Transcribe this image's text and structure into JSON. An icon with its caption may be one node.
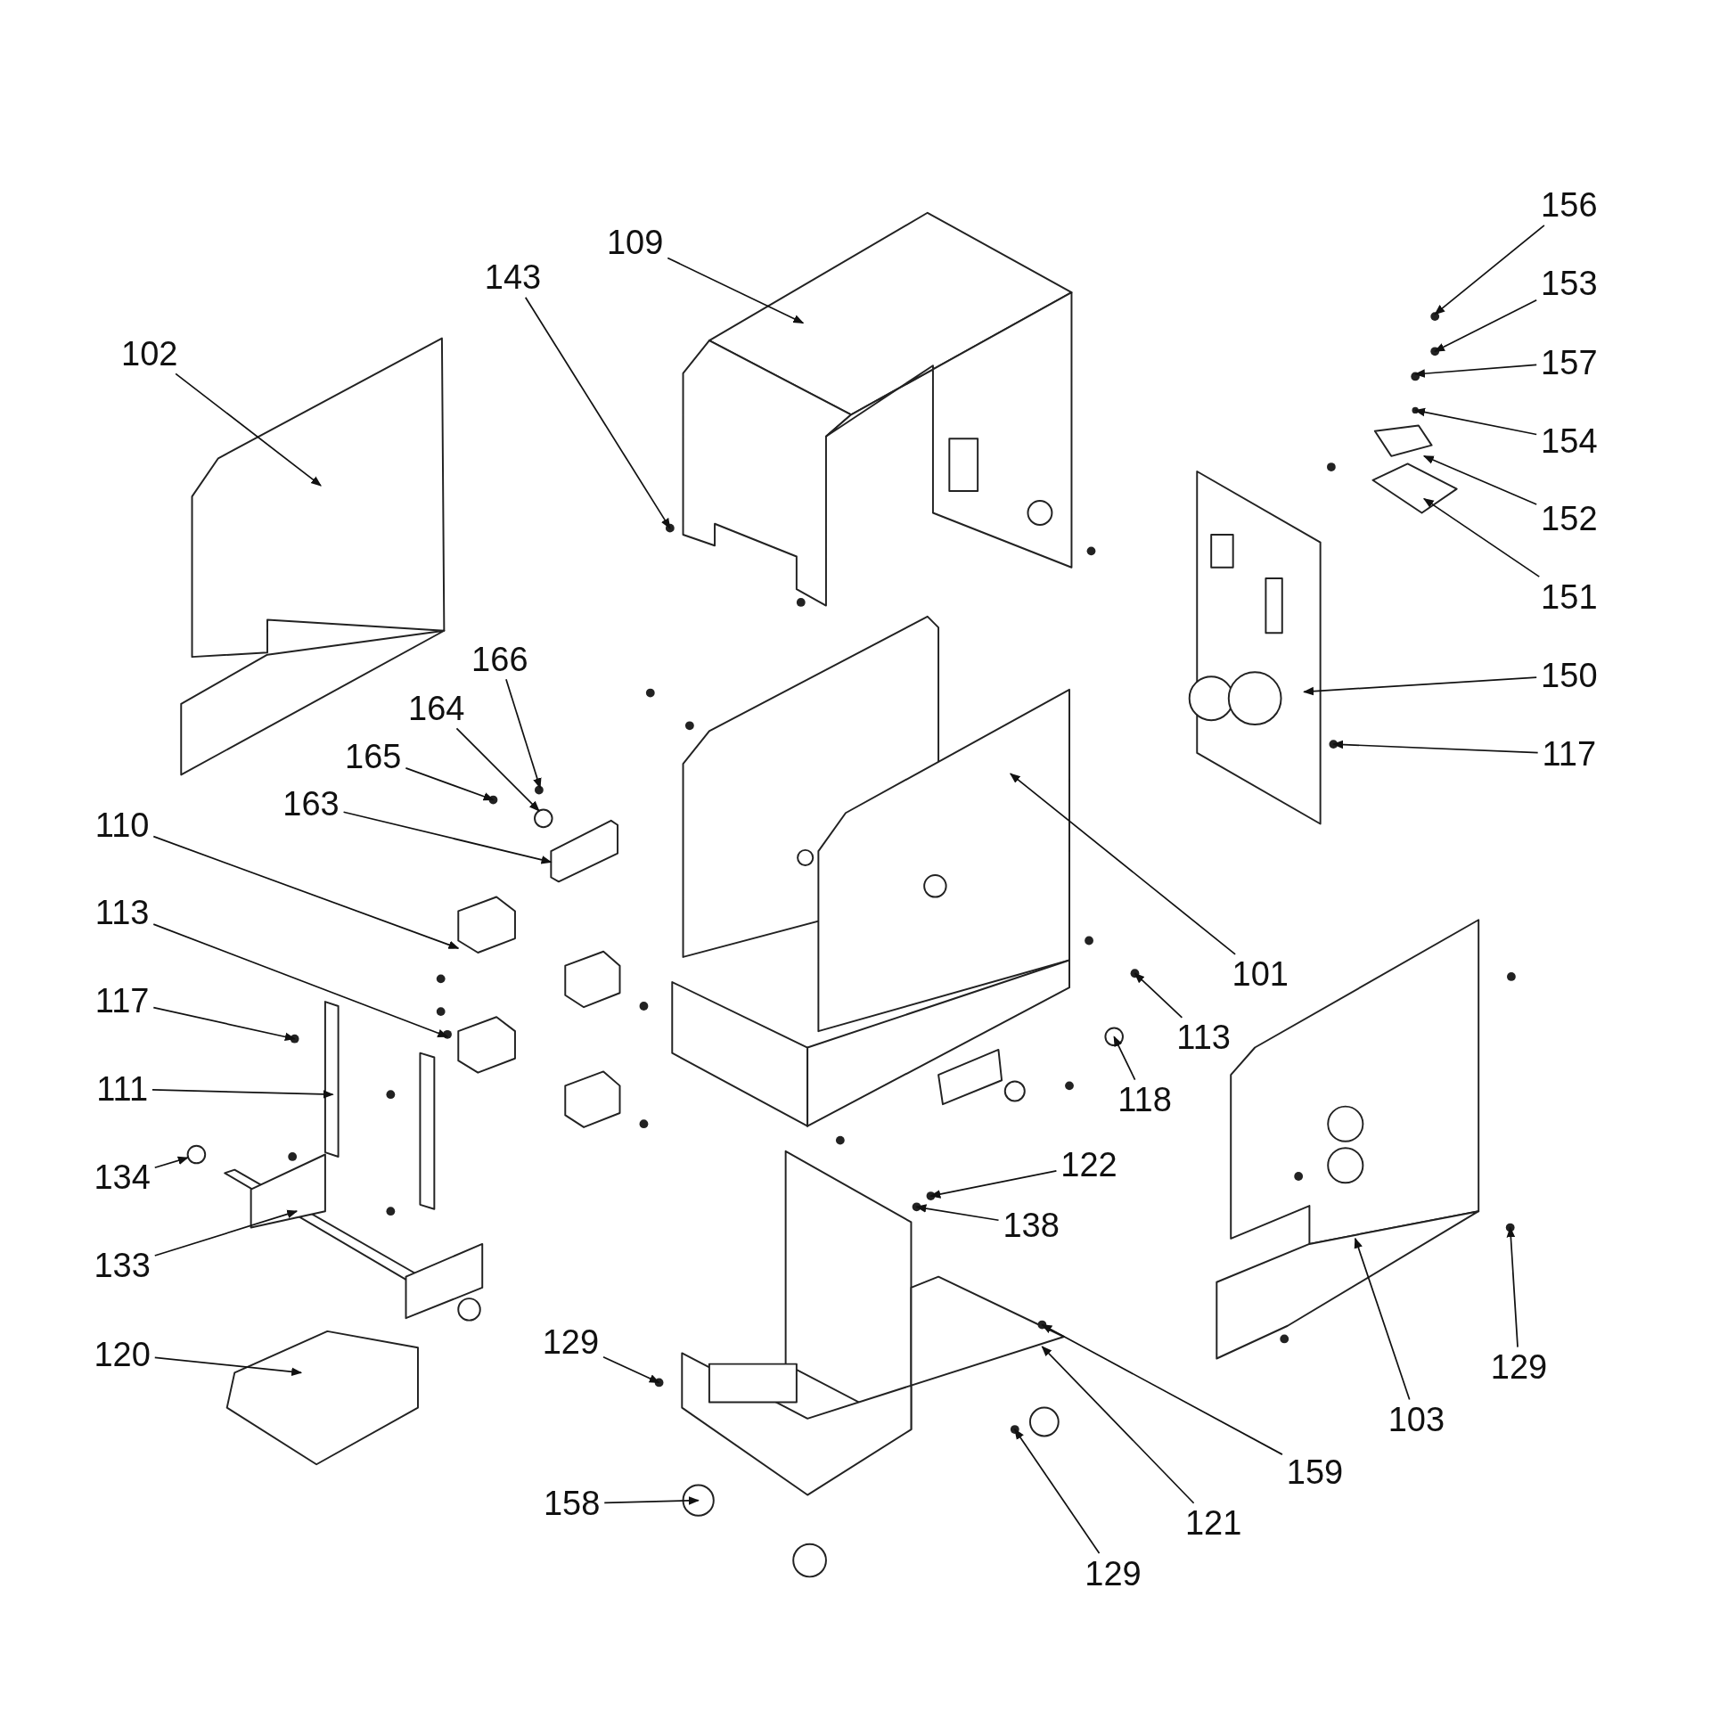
{
  "diagram": {
    "nodes": [
      {
        "text": [
          "156"
        ]
      },
      {
        "text": [
          "109"
        ]
      },
      {
        "text": [
          "143"
        ]
      },
      {
        "text": [
          "153"
        ]
      },
      {
        "text": [
          "102"
        ]
      },
      {
        "text": [
          "157"
        ]
      },
      {
        "text": [
          "154"
        ]
      },
      {
        "text": [
          "152"
        ]
      },
      {
        "text": [
          "151"
        ]
      },
      {
        "text": [
          "166"
        ]
      },
      {
        "text": [
          "150"
        ]
      },
      {
        "text": [
          "164"
        ]
      },
      {
        "text": [
          "117"
        ]
      },
      {
        "text": [
          "165"
        ]
      },
      {
        "text": [
          "163"
        ]
      },
      {
        "text": [
          "110"
        ]
      },
      {
        "text": [
          "113"
        ]
      },
      {
        "text": [
          "101"
        ]
      },
      {
        "text": [
          "117"
        ]
      },
      {
        "text": [
          "113"
        ]
      },
      {
        "text": [
          "111"
        ]
      },
      {
        "text": [
          "118"
        ]
      },
      {
        "text": [
          "122"
        ]
      },
      {
        "text": [
          "134"
        ]
      },
      {
        "text": [
          "138"
        ]
      },
      {
        "text": [
          "133"
        ]
      },
      {
        "text": [
          "129"
        ]
      },
      {
        "text": [
          "120"
        ]
      },
      {
        "text": [
          "129"
        ]
      },
      {
        "text": [
          "103"
        ]
      },
      {
        "text": [
          "159"
        ]
      },
      {
        "text": [
          "158"
        ]
      },
      {
        "text": [
          "121"
        ]
      },
      {
        "text": [
          "129"
        ]
      }
    ],
    "edges": [
      {
        "from": 0,
        "to": null,
        "arrow": "to"
      },
      {
        "from": 1,
        "to": null,
        "arrow": "to"
      },
      {
        "from": 2,
        "to": null,
        "arrow": "to"
      },
      {
        "from": 3,
        "to": null,
        "arrow": "to"
      },
      {
        "from": 4,
        "to": null,
        "arrow": "to"
      },
      {
        "from": 5,
        "to": null,
        "arrow": "to"
      },
      {
        "from": 6,
        "to": null,
        "arrow": "to"
      },
      {
        "from": 7,
        "to": null,
        "arrow": "to"
      },
      {
        "from": 8,
        "to": null,
        "arrow": "to"
      },
      {
        "from": 9,
        "to": null,
        "arrow": "to"
      },
      {
        "from": 10,
        "to": null,
        "arrow": "to"
      },
      {
        "from": 11,
        "to": null,
        "arrow": "to"
      },
      {
        "from": 12,
        "to": null,
        "arrow": "to"
      },
      {
        "from": 13,
        "to": null,
        "arrow": "to"
      },
      {
        "from": 14,
        "to": null,
        "arrow": "to"
      },
      {
        "from": 15,
        "to": null,
        "arrow": "to"
      },
      {
        "from": 16,
        "to": null,
        "arrow": "to"
      },
      {
        "from": 17,
        "to": null,
        "arrow": "to"
      },
      {
        "from": 18,
        "to": null,
        "arrow": "to"
      },
      {
        "from": 19,
        "to": null,
        "arrow": "to"
      },
      {
        "from": 20,
        "to": null,
        "arrow": "to"
      },
      {
        "from": 21,
        "to": null,
        "arrow": "to"
      },
      {
        "from": 22,
        "to": null,
        "arrow": "to"
      },
      {
        "from": 23,
        "to": null,
        "arrow": "to"
      },
      {
        "from": 24,
        "to": null,
        "arrow": "to"
      },
      {
        "from": 25,
        "to": null,
        "arrow": "to"
      },
      {
        "from": 26,
        "to": null,
        "arrow": "to"
      },
      {
        "from": 27,
        "to": null,
        "arrow": "to"
      },
      {
        "from": 28,
        "to": null,
        "arrow": "to"
      },
      {
        "from": 29,
        "to": null,
        "arrow": "to"
      },
      {
        "from": 30,
        "to": null,
        "arrow": "to"
      },
      {
        "from": 31,
        "to": null,
        "arrow": "to"
      },
      {
        "from": 32,
        "to": null,
        "arrow": "to"
      },
      {
        "from": 33,
        "to": null,
        "arrow": "to"
      }
    ]
  }
}
